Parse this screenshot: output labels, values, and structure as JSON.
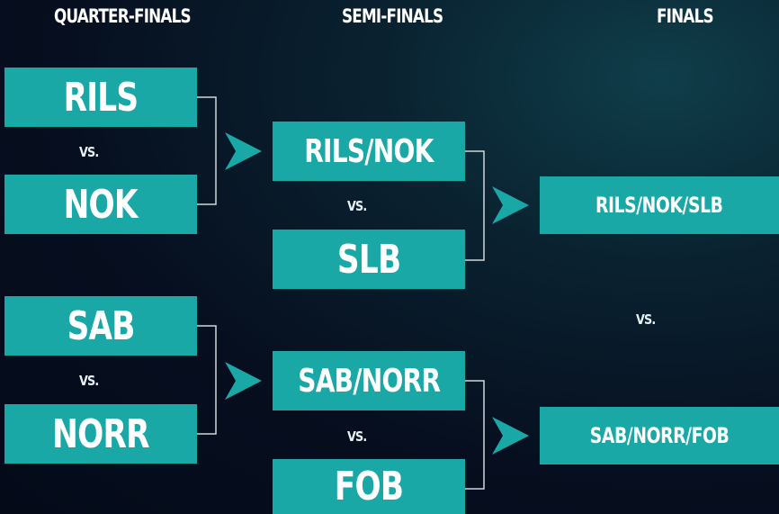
{
  "headers": {
    "quarter_finals": "QUARTER-FINALS",
    "semi_finals": "SEMI-FINALS",
    "finals": "FINALS"
  },
  "quarter_finals": {
    "match1": {
      "team_a": "RILS",
      "vs": "VS.",
      "team_b": "NOK"
    },
    "match2": {
      "team_a": "SAB",
      "vs": "VS.",
      "team_b": "NORR"
    }
  },
  "semi_finals": {
    "match1": {
      "team_a": "RILS/NOK",
      "vs": "VS.",
      "team_b": "SLB"
    },
    "match2": {
      "team_a": "SAB/NORR",
      "vs": "VS.",
      "team_b": "FOB"
    }
  },
  "finals": {
    "team_a": "RILS/NOK/SLB",
    "vs": "VS.",
    "team_b": "SAB/NORR/FOB"
  },
  "colors": {
    "box": "#19a8a6",
    "arrow": "#19a8a6",
    "connector": "#cfd8dc",
    "background": "#060e1f"
  }
}
